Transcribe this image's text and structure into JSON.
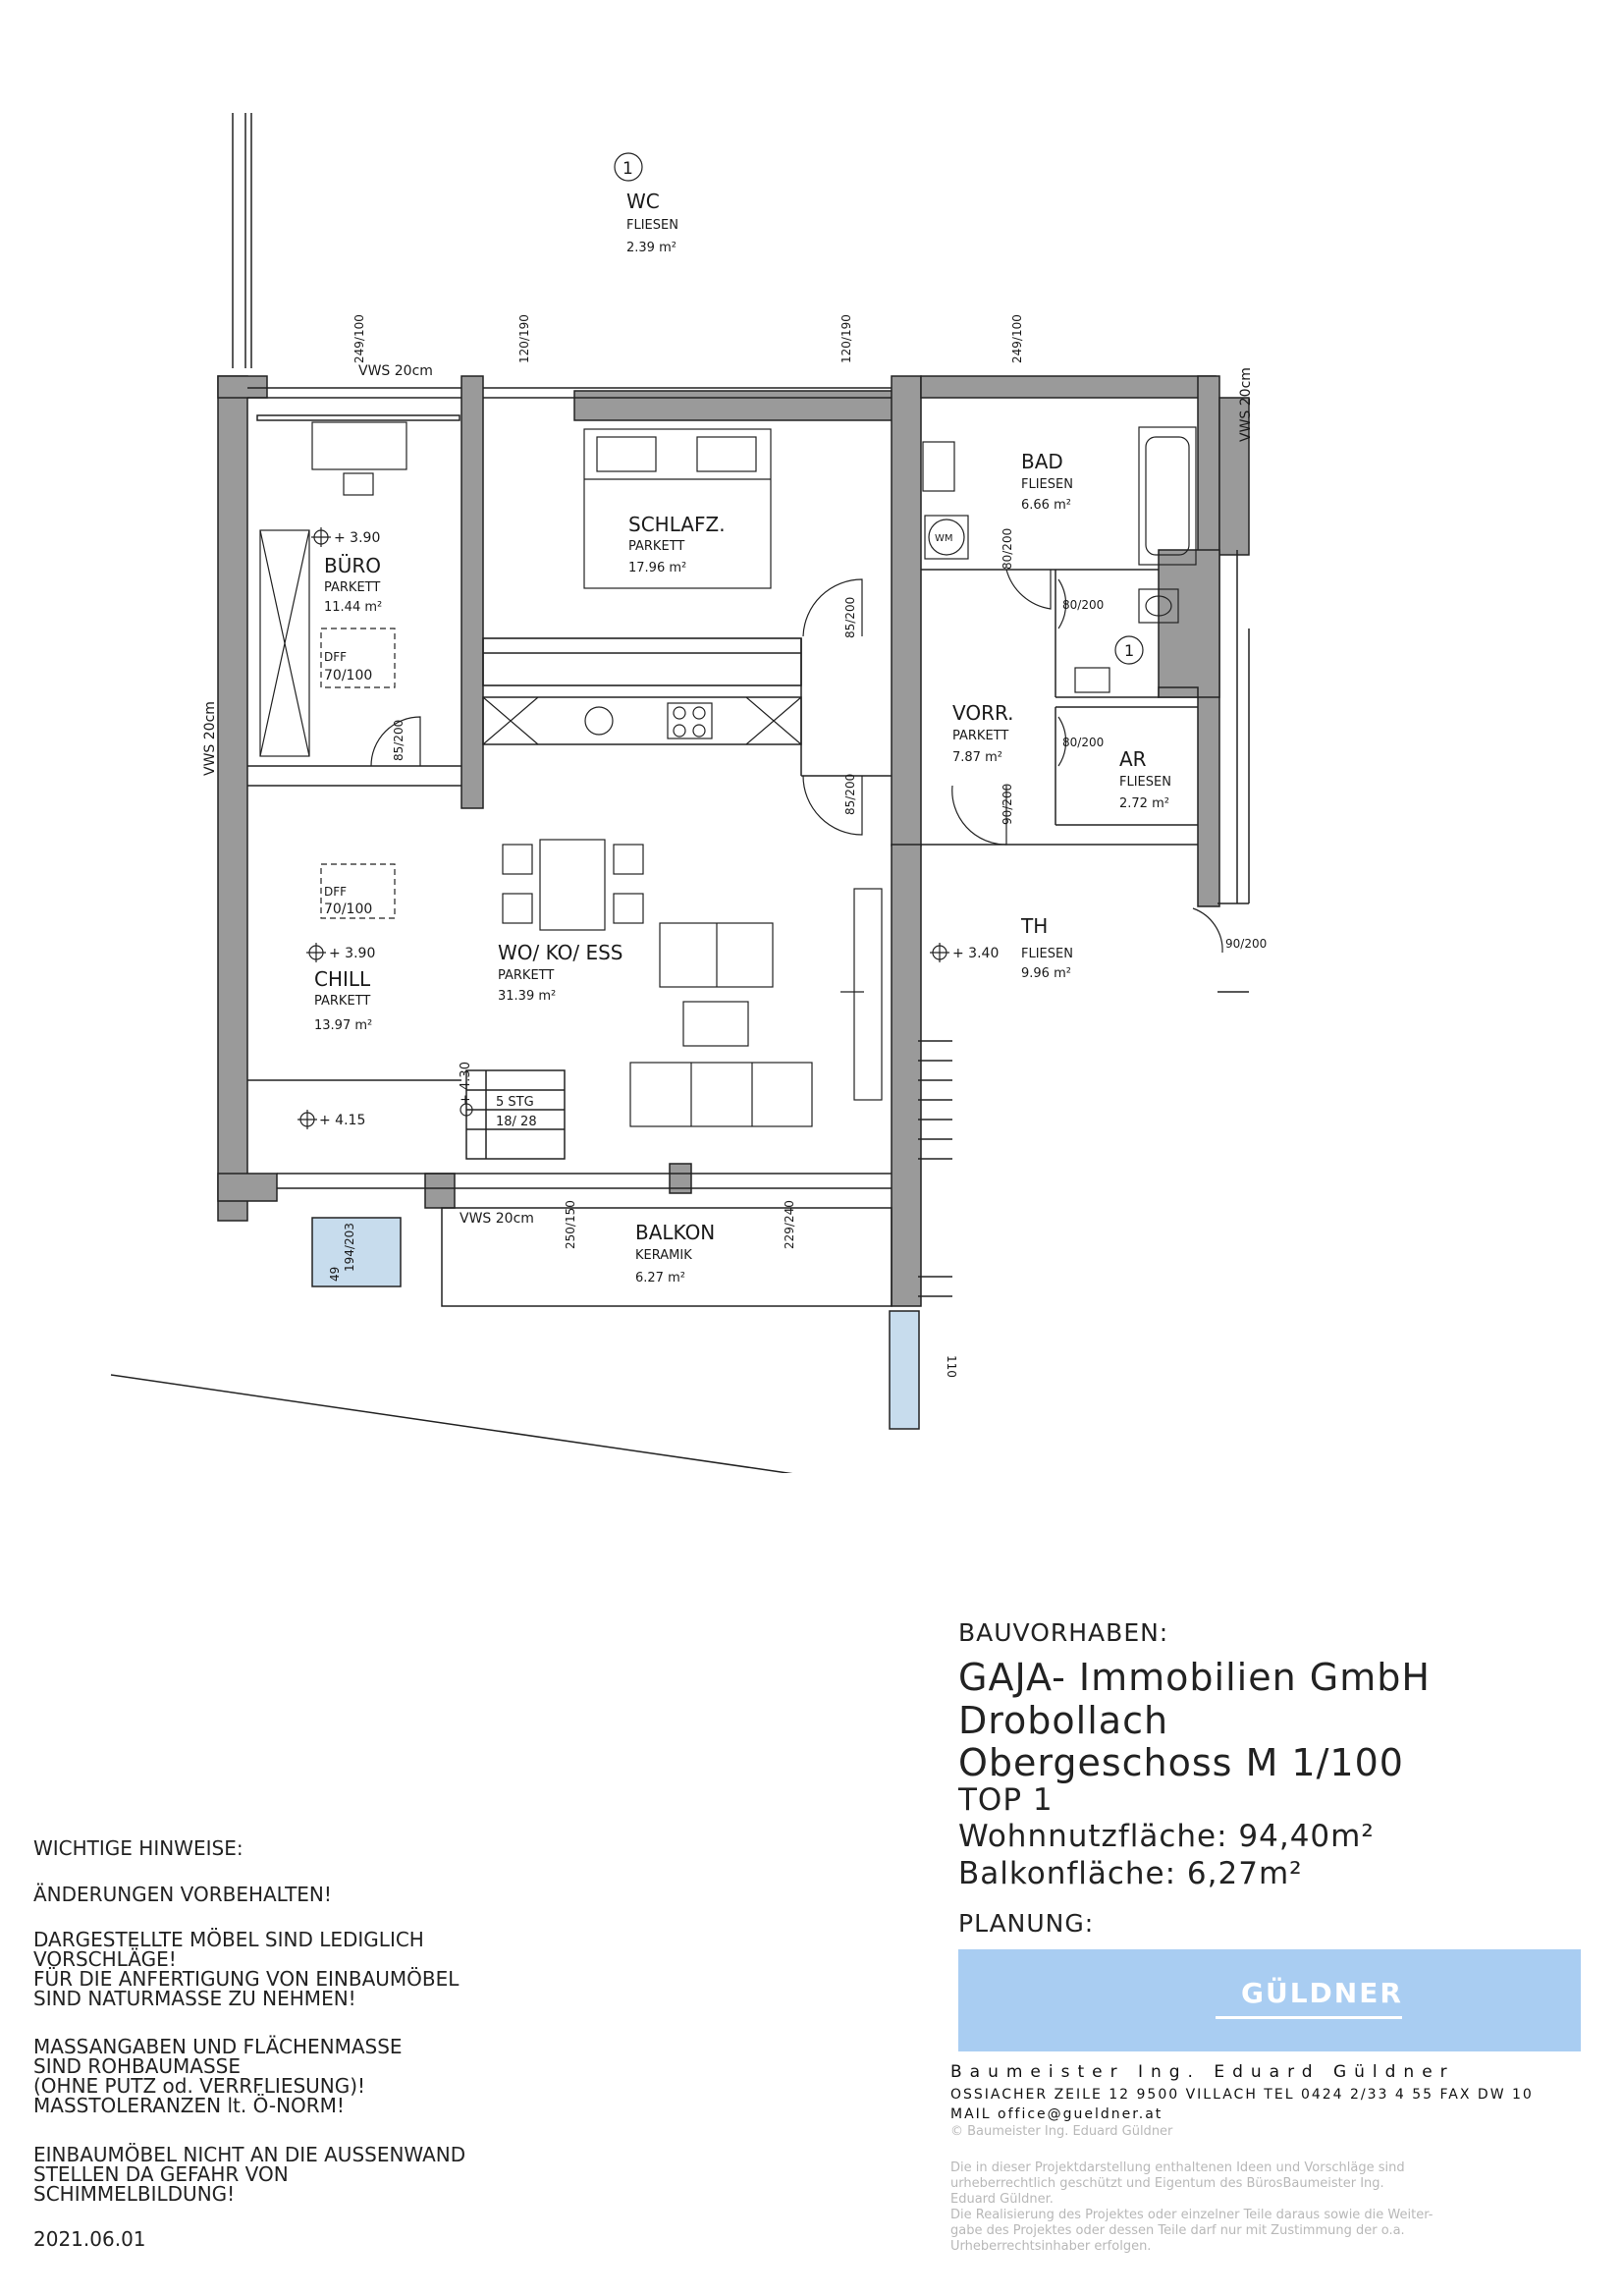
{
  "rooms": [
    {
      "id": "wc",
      "name": "WC",
      "floor": "FLIESEN",
      "area": "2.39 m²",
      "marker": "1"
    },
    {
      "id": "buero",
      "name": "BÜRO",
      "floor": "PARKETT",
      "area": "11.44 m²",
      "level": "+ 3.90"
    },
    {
      "id": "schlafz",
      "name": "SCHLAFZ.",
      "floor": "PARKETT",
      "area": "17.96 m²"
    },
    {
      "id": "bad",
      "name": "BAD",
      "floor": "FLIESEN",
      "area": "6.66 m²"
    },
    {
      "id": "vorr",
      "name": "VORR.",
      "floor": "PARKETT",
      "area": "7.87 m²"
    },
    {
      "id": "ar",
      "name": "AR",
      "floor": "FLIESEN",
      "area": "2.72 m²"
    },
    {
      "id": "chill",
      "name": "CHILL",
      "floor": "PARKETT",
      "area": "13.97 m²",
      "level": "+ 3.90"
    },
    {
      "id": "woko",
      "name": "WO/ KO/ ESS",
      "floor": "PARKETT",
      "area": "31.39 m²"
    },
    {
      "id": "th",
      "name": "TH",
      "floor": "FLIESEN",
      "area": "9.96 m²",
      "level": "+ 3.40"
    },
    {
      "id": "balkon",
      "name": "BALKON",
      "floor": "KERAMIK",
      "area": "6.27 m²"
    }
  ],
  "plan_labels": {
    "vws_top": "VWS 20cm",
    "vws_left": "VWS 20cm",
    "vws_right": "VWS 20cm",
    "vws_bottom": "VWS 20cm",
    "win_249_100_a": "249/100",
    "win_120_190_a": "120/190",
    "win_120_190_b": "120/190",
    "win_249_100_b": "249/100",
    "door_85_200_buero": "85/200",
    "door_85_200_schlaf": "85/200",
    "door_85_200_wo": "85/200",
    "door_80_200_bad": "80/200",
    "door_80_200_wc": "80/200",
    "door_80_200_ar": "80/200",
    "door_90_200_vorr": "90/200",
    "door_90_200_th": "90/200",
    "dff_1": "DFF",
    "dff_1_size": "70/100",
    "dff_2": "DFF",
    "dff_2_size": "70/100",
    "level_415": "+ 4.15",
    "level_430": "+ 4.30",
    "stairs_steps": "5 STG",
    "stairs_size": "18/ 28",
    "win_194_203": "194/203",
    "win_49": "49",
    "win_250_150": "250/150",
    "win_229_240": "229/240",
    "wm": "WM",
    "wc_marker": "1",
    "th_110": "110"
  },
  "project": {
    "label": "BAUVORHABEN:",
    "client": "GAJA- Immobilien GmbH",
    "place": "Drobollach",
    "floor": "Obergeschoss  M 1/100",
    "top": "TOP 1",
    "living_area": "Wohnnutzfläche: 94,40m²",
    "balcony_area": "Balkonfläche: 6,27m²",
    "planning_label": "PLANUNG:"
  },
  "planner": {
    "banner": "GÜLDNER",
    "name": "Baumeister Ing. Eduard Güldner",
    "address": "OSSIACHER ZEILE 12 9500 VILLACH TEL 0424 2/33 4 55 FAX DW 10",
    "mail": "MAIL office@gueldner.at",
    "copyright": "© Baumeister Ing. Eduard Güldner",
    "legal": [
      "Die in dieser Projektdarstellung enthaltenen Ideen und Vorschläge sind",
      "urheberrechtlich geschützt und Eigentum des BürosBaumeister Ing.",
      "Eduard Güldner.",
      "Die Realisierung des Projektes oder einzelner Teile daraus sowie die Weiter-",
      "gabe des Projektes oder dessen Teile darf nur mit Zustimmung der o.a.",
      "Urheberrechtsinhaber erfolgen."
    ]
  },
  "notes": {
    "title": "WICHTIGE HINWEISE:",
    "n1": "ÄNDERUNGEN VORBEHALTEN!",
    "n2": [
      "DARGESTELLTE MÖBEL SIND LEDIGLICH",
      "VORSCHLÄGE!",
      "FÜR DIE ANFERTIGUNG VON EINBAUMÖBEL",
      "SIND NATURMASSE ZU NEHMEN!"
    ],
    "n3": [
      "MASSANGABEN UND FLÄCHENMASSE",
      "SIND ROHBAUMASSE",
      "(OHNE PUTZ od. VERRFLIESUNG)!",
      "MASSTOLERANZEN lt. Ö-NORM!"
    ],
    "n4": [
      "EINBAUMÖBEL NICHT AN DIE AUSSENWAND",
      "STELLEN DA GEFAHR VON",
      "SCHIMMELBILDUNG!"
    ],
    "date": "2021.06.01"
  },
  "colors": {
    "wall": "#9a9a9a",
    "line": "#222222",
    "window_blue": "#c7dced",
    "banner": "#a9cdf2"
  }
}
